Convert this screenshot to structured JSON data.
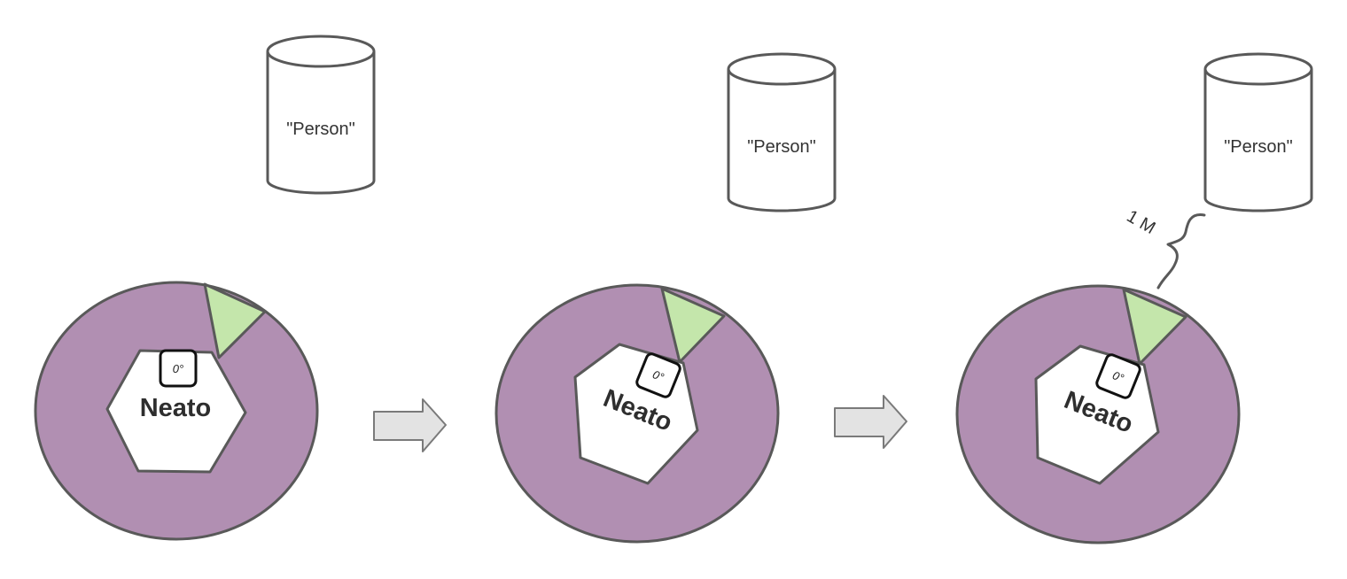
{
  "colors": {
    "scan_disc": "#b18fb2",
    "view_wedge": "#c4e6ab",
    "outline": "#595959",
    "arrow_fill": "#e3e3e3",
    "robot_body": "#ffffff"
  },
  "panels": [
    {
      "person": {
        "label": "\"Person\""
      },
      "robot": {
        "label": "Neato",
        "heading": "0°"
      }
    },
    {
      "person": {
        "label": "\"Person\""
      },
      "robot": {
        "label": "Neato",
        "heading": "0°"
      }
    },
    {
      "person": {
        "label": "\"Person\""
      },
      "robot": {
        "label": "Neato",
        "heading": "0°"
      },
      "distance": {
        "label": "1 M"
      }
    }
  ],
  "transitions": [
    {
      "icon": "right-arrow-icon"
    },
    {
      "icon": "right-arrow-icon"
    }
  ]
}
